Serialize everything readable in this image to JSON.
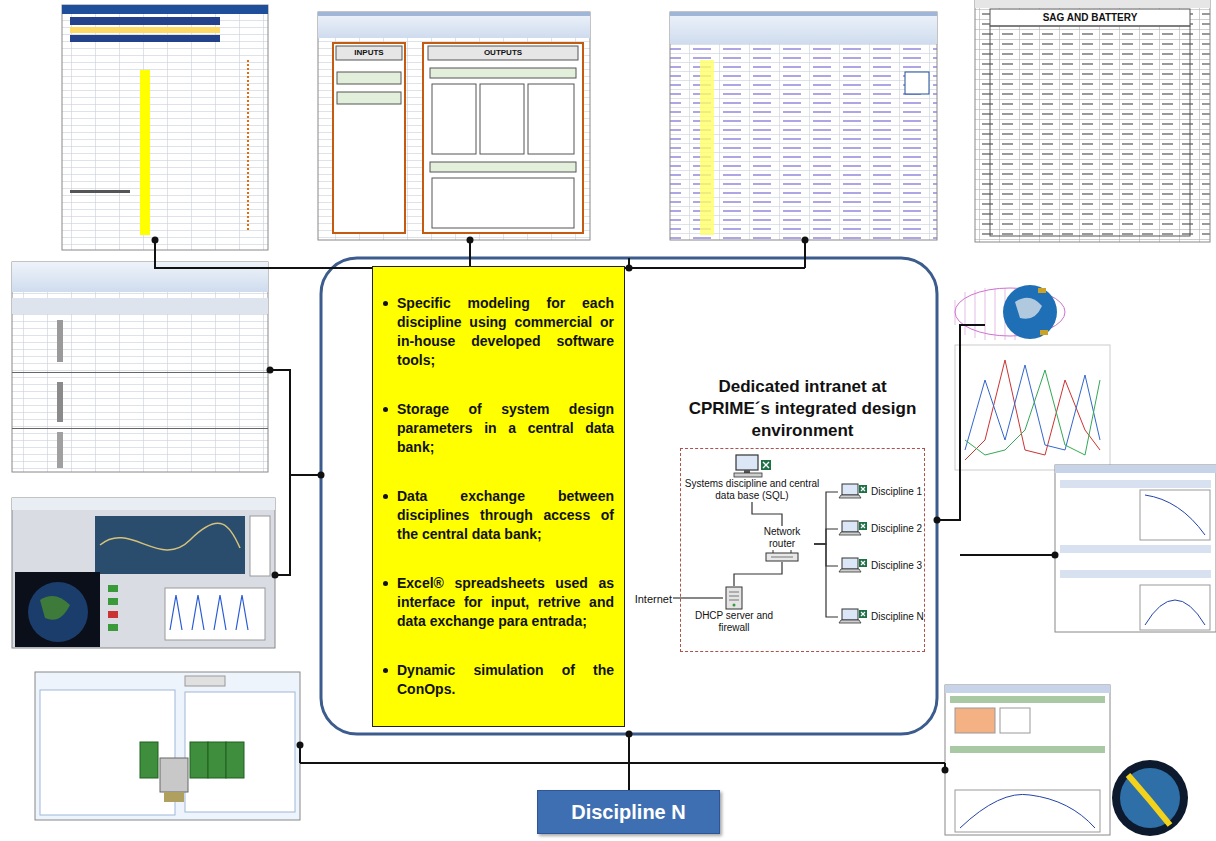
{
  "diagram": {
    "nodes": [
      {
        "text": [
          "Specific modeling for each discipline using commercial or in-house developed software tools;",
          "Storage of system design parameters in a central data bank;",
          "Data exchange between disciplines through access of the central data bank;",
          "Excel® spreadsheets used as interface for input, retrive and data exchange para entrada;",
          "Dynamic simulation of the ConOps."
        ]
      },
      {
        "text": [
          "Dedicated intranet at CPRIME´s integrated design environment"
        ]
      },
      {
        "text": [
          "Systems discipline and central data base (SQL)"
        ],
        "in": 1
      },
      {
        "text": [
          "Network router"
        ],
        "in": 1
      },
      {
        "text": [
          "DHCP server and firewall"
        ],
        "in": 1
      },
      {
        "text": [
          "Discipline 1"
        ],
        "in": 1
      },
      {
        "text": [
          "Discipline 2"
        ],
        "in": 1
      },
      {
        "text": [
          "Discipline 3"
        ],
        "in": 1
      },
      {
        "text": [
          "Discipline N"
        ],
        "in": 1
      },
      {
        "text": [
          "Discipline N"
        ]
      }
    ],
    "edges": [
      {
        "from": 3,
        "to": 2,
        "arrow": "none"
      },
      {
        "from": 3,
        "to": 4,
        "arrow": "none"
      },
      {
        "from": 3,
        "to": 5,
        "arrow": "none"
      },
      {
        "from": 3,
        "to": 6,
        "arrow": "none"
      },
      {
        "from": 3,
        "to": 7,
        "arrow": "none"
      },
      {
        "from": 3,
        "to": 8,
        "arrow": "none"
      }
    ],
    "labels": [
      "Internet",
      "SAG AND BATTERY",
      "INPUTS",
      "OUTPUTS"
    ]
  }
}
